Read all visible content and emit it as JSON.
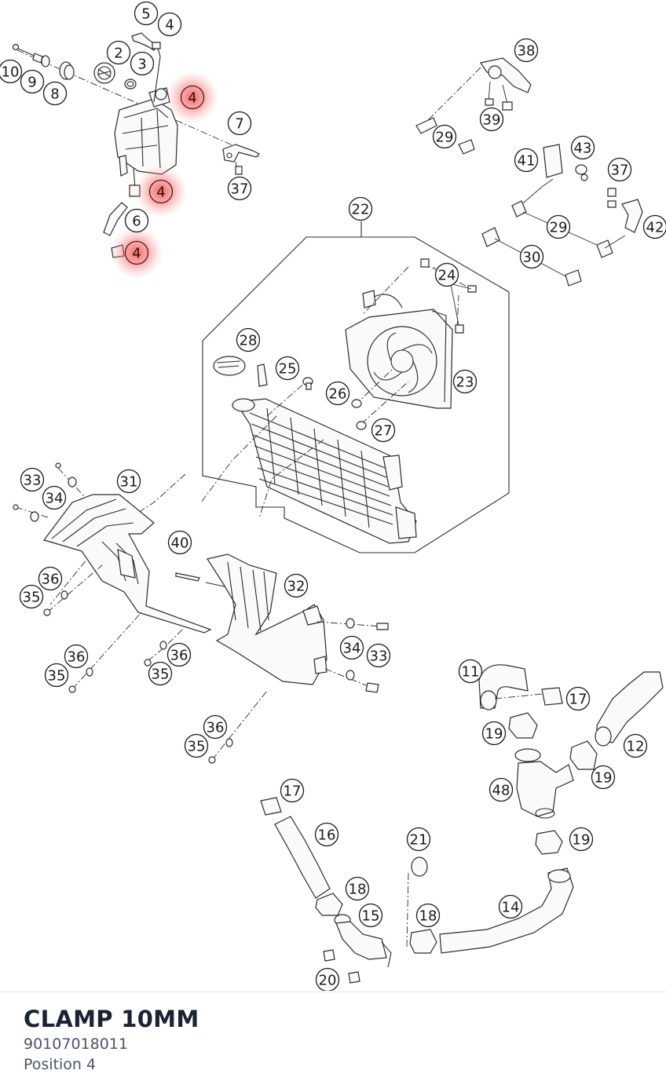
{
  "diagram": {
    "highlight_color": "#e83a3a",
    "callouts": [
      {
        "id": "c-5",
        "label": "5",
        "highlighted": false
      },
      {
        "id": "c-4a",
        "label": "4",
        "highlighted": false
      },
      {
        "id": "c-2",
        "label": "2",
        "highlighted": false
      },
      {
        "id": "c-3",
        "label": "3",
        "highlighted": false
      },
      {
        "id": "c-10",
        "label": "10",
        "highlighted": false
      },
      {
        "id": "c-9",
        "label": "9",
        "highlighted": false
      },
      {
        "id": "c-8",
        "label": "8",
        "highlighted": false
      },
      {
        "id": "c-4b",
        "label": "4",
        "highlighted": true
      },
      {
        "id": "c-7",
        "label": "7",
        "highlighted": false
      },
      {
        "id": "c-37a",
        "label": "37",
        "highlighted": false
      },
      {
        "id": "c-4c",
        "label": "4",
        "highlighted": true
      },
      {
        "id": "c-6",
        "label": "6",
        "highlighted": false
      },
      {
        "id": "c-4d",
        "label": "4",
        "highlighted": true
      },
      {
        "id": "c-38",
        "label": "38",
        "highlighted": false
      },
      {
        "id": "c-39",
        "label": "39",
        "highlighted": false
      },
      {
        "id": "c-29a",
        "label": "29",
        "highlighted": false
      },
      {
        "id": "c-41",
        "label": "41",
        "highlighted": false
      },
      {
        "id": "c-43",
        "label": "43",
        "highlighted": false
      },
      {
        "id": "c-37b",
        "label": "37",
        "highlighted": false
      },
      {
        "id": "c-29b",
        "label": "29",
        "highlighted": false
      },
      {
        "id": "c-42",
        "label": "42",
        "highlighted": false
      },
      {
        "id": "c-30",
        "label": "30",
        "highlighted": false
      },
      {
        "id": "c-22",
        "label": "22",
        "highlighted": false
      },
      {
        "id": "c-24",
        "label": "24",
        "highlighted": false
      },
      {
        "id": "c-28",
        "label": "28",
        "highlighted": false
      },
      {
        "id": "c-25",
        "label": "25",
        "highlighted": false
      },
      {
        "id": "c-23",
        "label": "23",
        "highlighted": false
      },
      {
        "id": "c-26",
        "label": "26",
        "highlighted": false
      },
      {
        "id": "c-27",
        "label": "27",
        "highlighted": false
      },
      {
        "id": "c-33a",
        "label": "33",
        "highlighted": false
      },
      {
        "id": "c-34a",
        "label": "34",
        "highlighted": false
      },
      {
        "id": "c-31",
        "label": "31",
        "highlighted": false
      },
      {
        "id": "c-40",
        "label": "40",
        "highlighted": false
      },
      {
        "id": "c-36a",
        "label": "36",
        "highlighted": false
      },
      {
        "id": "c-35a",
        "label": "35",
        "highlighted": false
      },
      {
        "id": "c-32",
        "label": "32",
        "highlighted": false
      },
      {
        "id": "c-34b",
        "label": "34",
        "highlighted": false
      },
      {
        "id": "c-33b",
        "label": "33",
        "highlighted": false
      },
      {
        "id": "c-36b",
        "label": "36",
        "highlighted": false
      },
      {
        "id": "c-35b",
        "label": "35",
        "highlighted": false
      },
      {
        "id": "c-36c",
        "label": "36",
        "highlighted": false
      },
      {
        "id": "c-35c",
        "label": "35",
        "highlighted": false
      },
      {
        "id": "c-36d",
        "label": "36",
        "highlighted": false
      },
      {
        "id": "c-35d",
        "label": "35",
        "highlighted": false
      },
      {
        "id": "c-11",
        "label": "11",
        "highlighted": false
      },
      {
        "id": "c-17a",
        "label": "17",
        "highlighted": false
      },
      {
        "id": "c-19a",
        "label": "19",
        "highlighted": false
      },
      {
        "id": "c-12",
        "label": "12",
        "highlighted": false
      },
      {
        "id": "c-48",
        "label": "48",
        "highlighted": false
      },
      {
        "id": "c-19b",
        "label": "19",
        "highlighted": false
      },
      {
        "id": "c-19c",
        "label": "19",
        "highlighted": false
      },
      {
        "id": "c-17b",
        "label": "17",
        "highlighted": false
      },
      {
        "id": "c-16",
        "label": "16",
        "highlighted": false
      },
      {
        "id": "c-21",
        "label": "21",
        "highlighted": false
      },
      {
        "id": "c-18a",
        "label": "18",
        "highlighted": false
      },
      {
        "id": "c-15",
        "label": "15",
        "highlighted": false
      },
      {
        "id": "c-18b",
        "label": "18",
        "highlighted": false
      },
      {
        "id": "c-14",
        "label": "14",
        "highlighted": false
      },
      {
        "id": "c-20",
        "label": "20",
        "highlighted": false
      }
    ]
  },
  "part": {
    "title": "CLAMP 10MM",
    "number": "90107018011",
    "position": "Position 4"
  }
}
